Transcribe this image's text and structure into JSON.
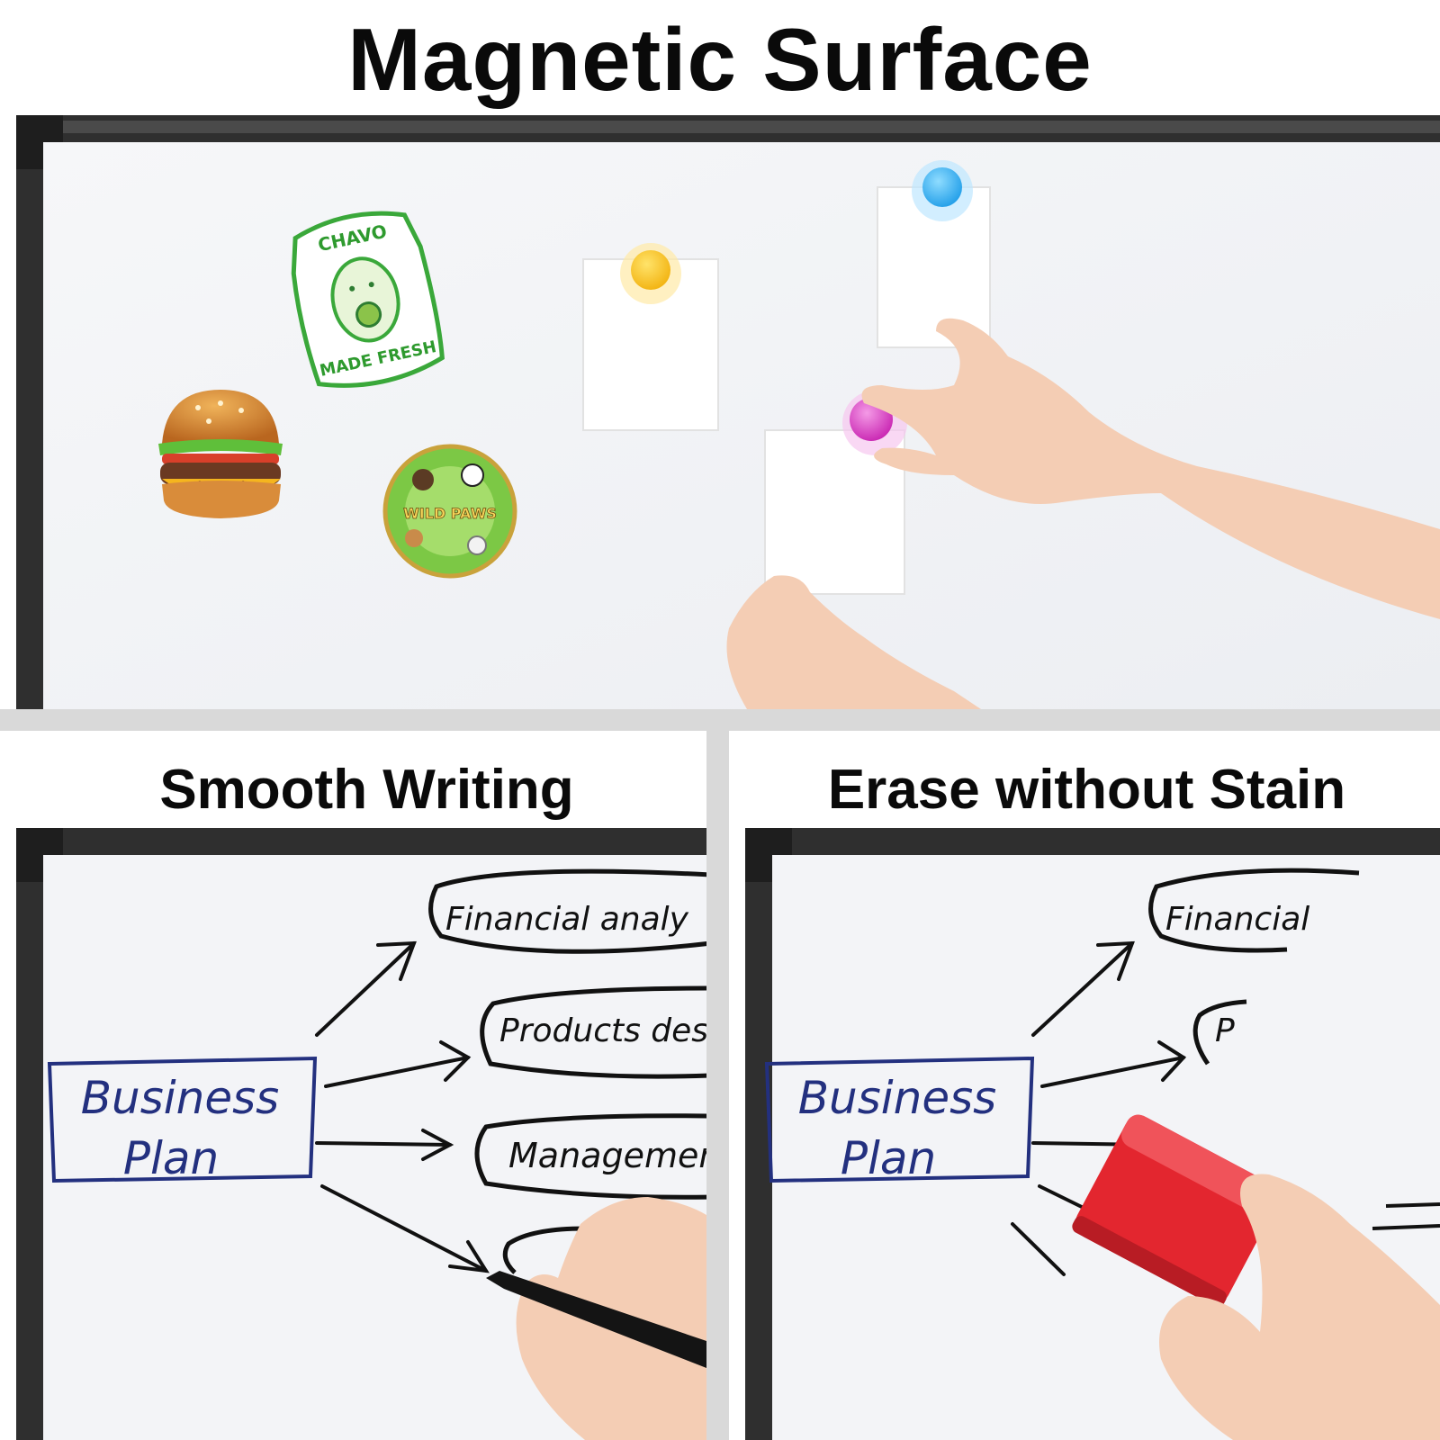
{
  "titles": {
    "main": "Magnetic Surface",
    "left": "Smooth Writing",
    "right": "Erase without Stain"
  },
  "magnets_text": {
    "avocado_top": "CHAVO",
    "avocado_bottom": "MADE FRESH",
    "paws_badge": "WILD PAWS"
  },
  "writing_board": {
    "box_line1": "Business",
    "box_line2": "Plan",
    "item1": "Financial  analy",
    "item2": "Products des",
    "item3": "Managemen"
  },
  "erase_board": {
    "box_line1": "Business",
    "box_line2": "Plan",
    "item1": "Financial",
    "item2": "P"
  },
  "colors": {
    "frame": "#2e2e2e",
    "board": "#f3f4f7",
    "ink_blue": "#23307f",
    "eraser_red": "#e3262f",
    "divider": "#d9d9d9"
  }
}
